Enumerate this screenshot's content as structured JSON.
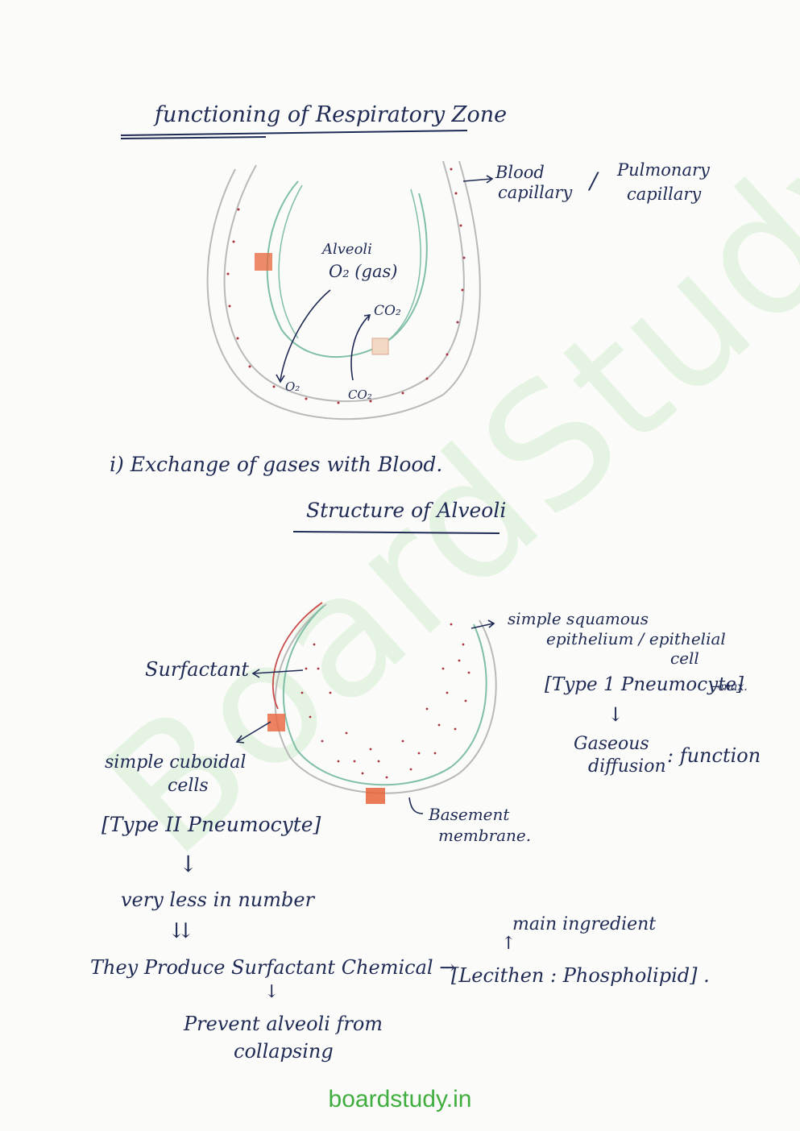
{
  "heading1": "functioning of Respiratory Zone",
  "diagram1": {
    "label_blood_capillary_1": "Blood",
    "label_blood_capillary_2": "capillary",
    "label_slash": "/",
    "label_pulmonary_1": "Pulmonary",
    "label_pulmonary_2": "capillary",
    "label_alveoli": "Alveoli",
    "label_o2_gas": "O₂ (gas)",
    "label_co2_top": "CO₂",
    "label_o2_bottom": "O₂",
    "label_co2_bottom": "CO₂"
  },
  "point1": "i)  Exchange of gases with Blood.",
  "heading2": "Structure of Alveoli",
  "diagram2": {
    "label_surfactant": "Surfactant",
    "label_squamous_1": "simple squamous",
    "label_squamous_2": "epithelium / epithelial",
    "label_squamous_3": "cell",
    "label_type1": "[Type 1 Pneumocyte]",
    "label_type1_max": "→max.",
    "label_down_arrow_1": "↓",
    "label_gaseous_1": "Gaseous",
    "label_gaseous_2": "diffusion",
    "label_function": ": function",
    "label_cuboidal_1": "simple cuboidal",
    "label_cuboidal_2": "cells",
    "label_type2": "[Type II Pneumocyte]",
    "label_basement_1": "Basement",
    "label_basement_2": "membrane."
  },
  "notes": {
    "arrow_down": "↓",
    "very_less": "very less in number",
    "double_arrow": "⇊",
    "they_produce": "They Produce Surfactant Chemical →",
    "lecithin": "[Lecithen : Phospholipid] .",
    "main_ingredient": "main ingredient",
    "arrow_up": "↑",
    "arrow_down_2": "↓",
    "prevent_1": "Prevent alveoli from",
    "prevent_2": "collapsing"
  },
  "watermark": "BoardStudy",
  "footer": "boardstudy.in",
  "colors": {
    "ink": "#1f2a55",
    "capillary_green": "#7fbfa5",
    "alveolus_outline": "#b9b9b9",
    "red_dots": "#a8323e",
    "orange_cell": "#e8643a",
    "watermark": "#7fd07f",
    "footer": "#3fae3f"
  }
}
